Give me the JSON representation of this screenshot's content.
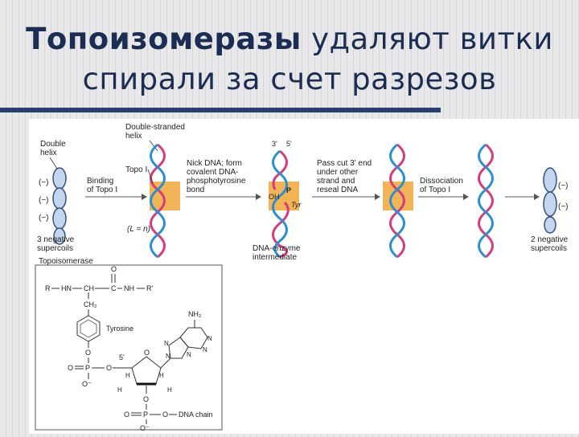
{
  "slide": {
    "title_bold": "Топоизомеразы",
    "title_rest_line1": "удаляют витки",
    "title_line2": "спирали за счет разрезов"
  },
  "diagram": {
    "label_double_helix": [
      "Double",
      "helix"
    ],
    "label_neg_signs": [
      "(−)",
      "(−)",
      "(−)"
    ],
    "label_three_neg": [
      "3 negative",
      "supercoils"
    ],
    "label_double_stranded": [
      "Double-stranded",
      "helix"
    ],
    "label_topo_i": "Topo I",
    "label_binding": [
      "Binding",
      "of Topo I"
    ],
    "label_l_eq_n": "(L = n)",
    "label_nick": [
      "Nick DNA; form",
      "covalent DNA-",
      "phosphotyrosine",
      "bond"
    ],
    "label_strand_ends": [
      "3'",
      "5'"
    ],
    "label_oh": "OH",
    "label_p": "P",
    "label_tyr": "Tyr",
    "label_intermediate": [
      "DNA-enzyme",
      "intermediate"
    ],
    "label_pass_cut": [
      "Pass cut 3' end",
      "under other",
      "strand and",
      "reseal DNA"
    ],
    "label_dissociation": [
      "Dissociation",
      "of Topo I"
    ],
    "label_two_neg": [
      "2 negative",
      "supercoils"
    ],
    "label_neg_signs_right": [
      "(−)",
      "(−)"
    ]
  },
  "structure": {
    "header": "Topoisomerase",
    "r_left": "R",
    "hn": "HN",
    "ch": "CH",
    "c": "C",
    "nh": "NH",
    "r_right": "R'",
    "o_top": "O",
    "ch2": "CH₂",
    "tyrosine": "Tyrosine",
    "o_phenol": "O",
    "o_double": "O",
    "p1": "P",
    "o_bridge": "O",
    "five_prime": "5'",
    "o_minus": "O⁻",
    "nh2": "NH₂",
    "n1": "N",
    "n2": "N",
    "n3": "N",
    "n4": "N",
    "n5": "N",
    "ring_o": "O",
    "h1": "H",
    "h2": "H",
    "h3": "H",
    "h4": "H",
    "o_3": "O",
    "o_double2": "O",
    "p2": "P",
    "o_chain": "O",
    "dna_chain": "DNA chain",
    "o_minus2": "O⁻"
  }
}
